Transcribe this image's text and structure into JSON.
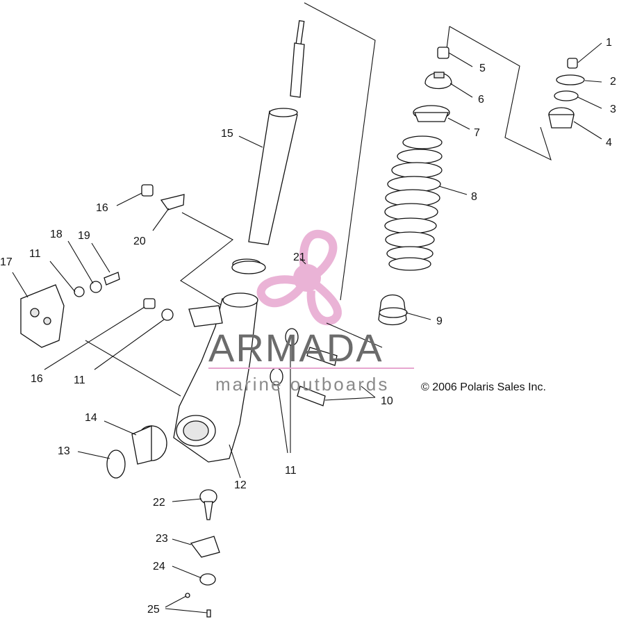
{
  "callouts": {
    "c1": "1",
    "c2": "2",
    "c3": "3",
    "c4": "4",
    "c5": "5",
    "c6": "6",
    "c7": "7",
    "c8": "8",
    "c9": "9",
    "c10": "10",
    "c11a": "11",
    "c11b": "11",
    "c11c": "11",
    "c12": "12",
    "c13": "13",
    "c14": "14",
    "c15": "15",
    "c16a": "16",
    "c16b": "16",
    "c17": "17",
    "c18": "18",
    "c19": "19",
    "c20": "20",
    "c21": "21",
    "c22": "22",
    "c23": "23",
    "c24": "24",
    "c25": "25"
  },
  "watermark": {
    "brand": "ARMADA",
    "tagline": "marine outboards",
    "brand_color": "#6b6b6b",
    "propeller_color": "#e7a6cf",
    "icon": "propeller-logo-icon"
  },
  "copyright": "© 2006 Polaris Sales Inc."
}
